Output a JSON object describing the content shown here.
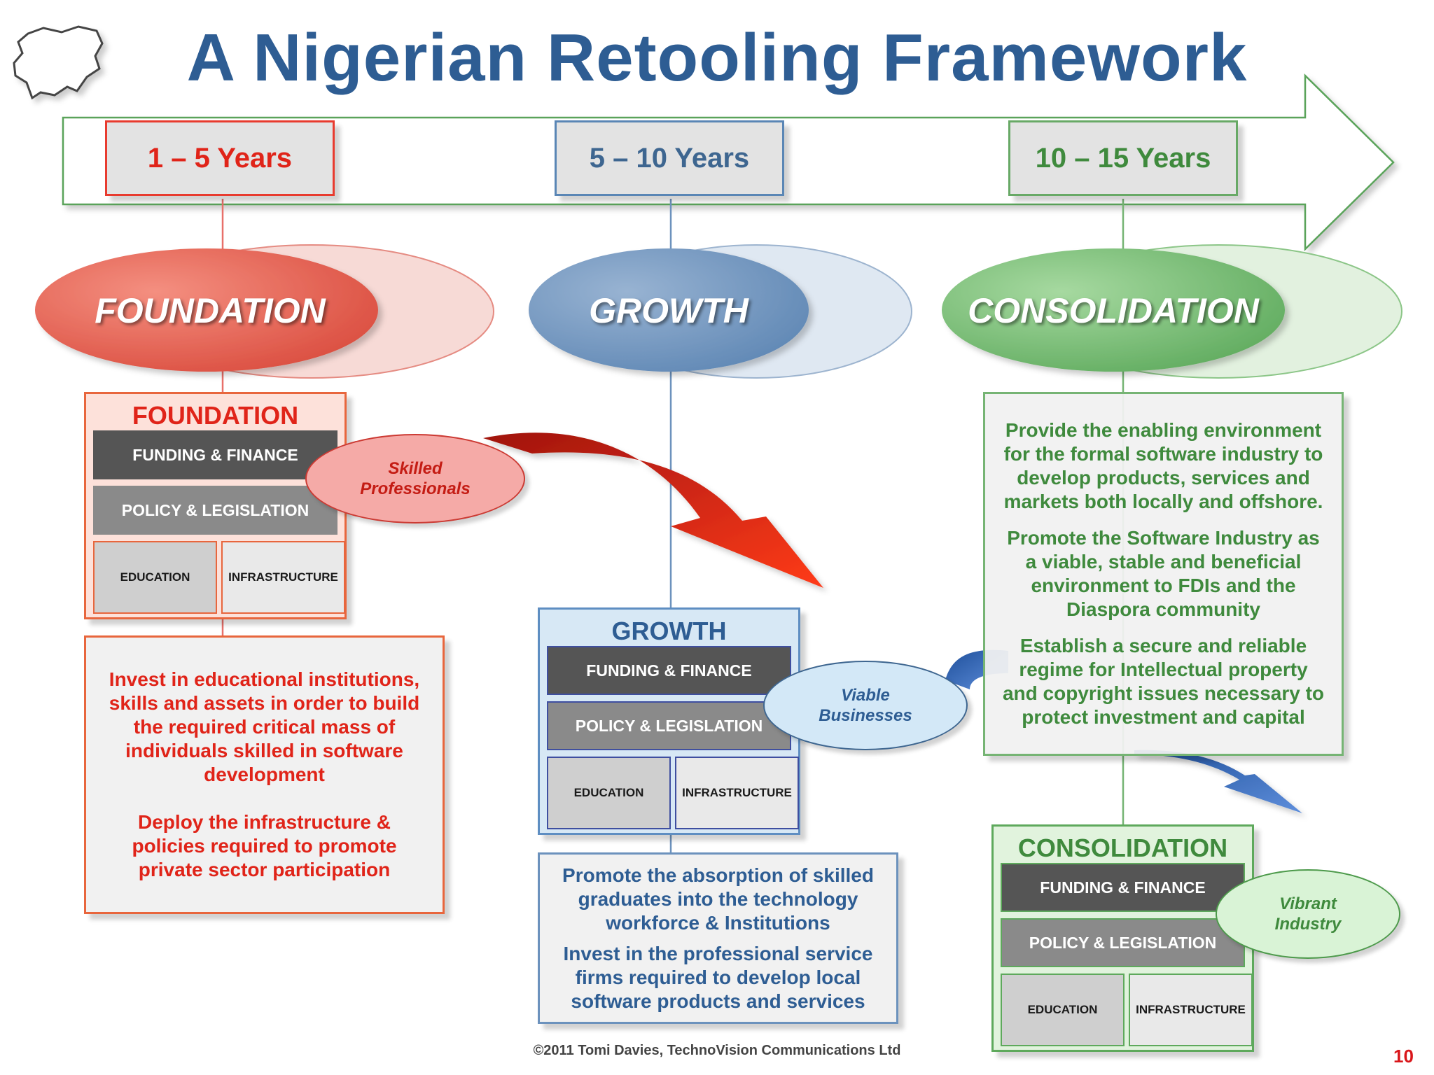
{
  "title": "A Nigerian Retooling Framework",
  "periods": [
    "1 – 5 Years",
    "5 – 10 Years",
    "10 – 15 Years"
  ],
  "phases": [
    "FOUNDATION",
    "GROWTH",
    "CONSOLIDATION"
  ],
  "pillars": {
    "foundation": {
      "title": "FOUNDATION",
      "funding": "FUNDING & FINANCE",
      "policy": "POLICY & LEGISLATION",
      "education": "EDUCATION",
      "infrastructure": "INFRASTRUCTURE"
    },
    "growth": {
      "title": "GROWTH",
      "funding": "FUNDING & FINANCE",
      "policy": "POLICY & LEGISLATION",
      "education": "EDUCATION",
      "infrastructure": "INFRASTRUCTURE"
    },
    "consolidation": {
      "title": "CONSOLIDATION",
      "funding": "FUNDING & FINANCE",
      "policy": "POLICY & LEGISLATION",
      "education": "EDUCATION",
      "infrastructure": "INFRASTRUCTURE"
    }
  },
  "bubbles": {
    "skilled": [
      "Skilled",
      "Professionals"
    ],
    "viable": [
      "Viable",
      "Businesses"
    ],
    "vibrant": [
      "Vibrant",
      "Industry"
    ]
  },
  "descriptions": {
    "foundation": [
      "Invest in educational institutions, skills and assets in order to build the required critical mass of individuals skilled in software development",
      "Deploy the infrastructure & policies required to promote private sector participation"
    ],
    "growth": [
      "Promote the absorption of skilled graduates into the technology workforce & Institutions",
      "Invest in the professional service firms required to develop local software products and services"
    ],
    "consolidation": [
      "Provide the enabling environment for the formal software industry to develop products, services and markets both locally and offshore.",
      "Promote the Software Industry as a viable, stable and beneficial environment to FDIs and the Diaspora community",
      "Establish a secure and reliable regime for Intellectual property and copyright issues necessary to protect investment and capital"
    ]
  },
  "footer": "©2011 Tomi Davies, TechnoVision Communications Ltd",
  "page_number": "10",
  "colors": {
    "title": "#2e5d93",
    "red": "#e02419",
    "blue": "#3e6690",
    "green": "#3f8a3d"
  },
  "icons": {
    "map": "nigeria-map-outline-icon"
  }
}
